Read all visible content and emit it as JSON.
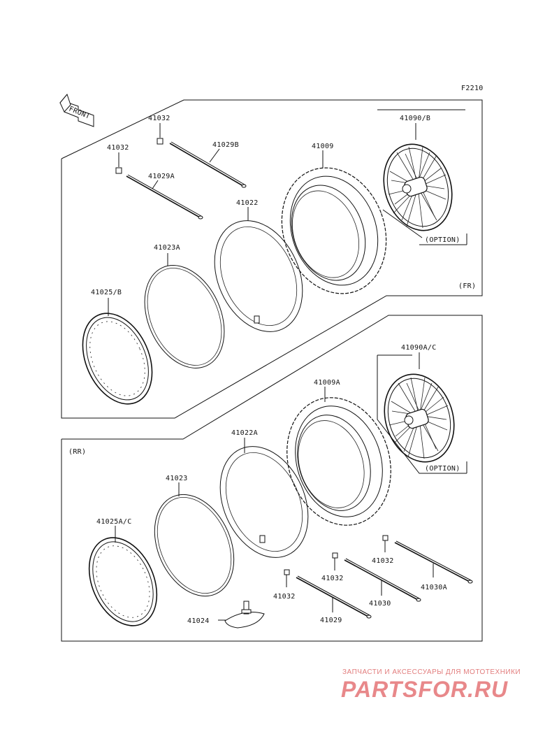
{
  "figure_code": "F2210",
  "front_label": "FRONT",
  "section_labels": {
    "front": "(FR)",
    "rear": "(RR)"
  },
  "option_label": "(OPTION)",
  "front_parts": {
    "nipple_a": "41032",
    "nipple_b": "41032",
    "spoke_b": "41029B",
    "spoke_a": "41029A",
    "tire": "41009",
    "wheel": "41090/B",
    "tube": "41022",
    "rim_band": "41023A",
    "rim": "41025/B"
  },
  "rear_parts": {
    "wheel": "41090A/C",
    "tire": "41009A",
    "tube": "41022A",
    "rim_band": "41023",
    "rim": "41025A/C",
    "rim_lock": "41024",
    "nipple_1": "41032",
    "nipple_2": "41032",
    "nipple_3": "41032",
    "spoke_30a": "41030A",
    "spoke_30": "41030",
    "spoke_29": "41029"
  },
  "watermark": {
    "tagline": "ЗАПЧАСТИ И АКСЕССУАРЫ ДЛЯ МОТОТЕХНИКИ",
    "brand": "PARTSFOR.RU"
  }
}
